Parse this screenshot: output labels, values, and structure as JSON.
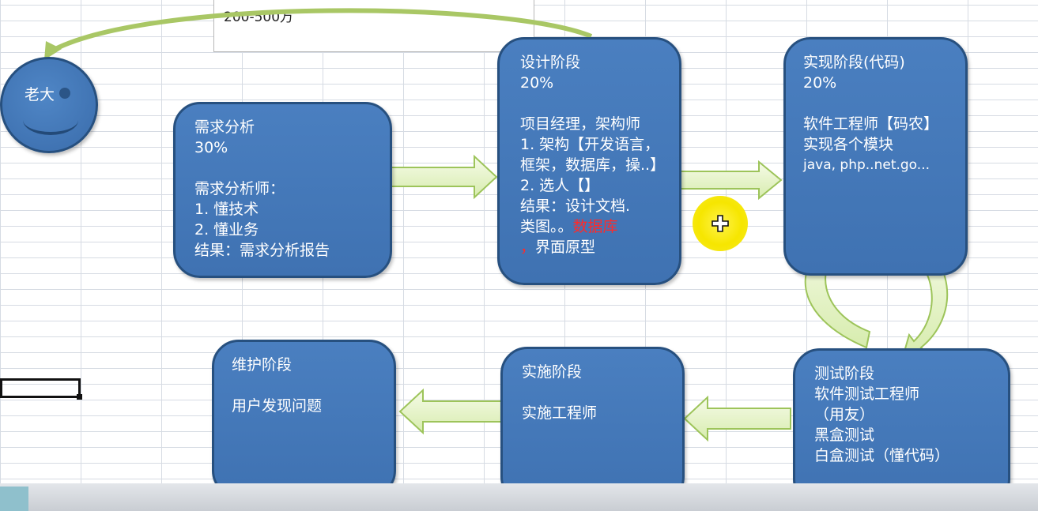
{
  "note": {
    "text": "200-500万"
  },
  "boss": {
    "label": "老大"
  },
  "stages": {
    "requirements": {
      "lines": [
        "需求分析",
        "30%",
        "",
        "需求分析师：",
        "1. 懂技术",
        "2. 懂业务",
        "结果：需求分析报告"
      ]
    },
    "design": {
      "lines": [
        "设计阶段",
        "20%",
        "",
        "项目经理，架构师",
        "1. 架构【开发语言，",
        "框架，数据库，操..】",
        "2. 选人【】",
        "结果：设计文档.",
        "类图。。"
      ],
      "highlight": "数据库",
      "last_punct": "，",
      "last_text": "界面原型"
    },
    "implementation": {
      "lines": [
        "实现阶段(代码)",
        "20%",
        "",
        "软件工程师【码农】",
        "实现各个模块",
        "java, php..net.go..."
      ]
    },
    "testing": {
      "lines": [
        "测试阶段",
        "软件测试工程师",
        "（用友）",
        "黑盒测试",
        "白盒测试（懂代码）"
      ]
    },
    "deployment": {
      "lines": [
        "实施阶段",
        "",
        "实施工程师"
      ]
    },
    "maintenance": {
      "lines": [
        "维护阶段",
        "",
        "用户发现问题"
      ]
    }
  },
  "colors": {
    "box_fill": "#4a7fc0",
    "box_border": "#27507f",
    "arrow_fill": "#e8f4c8",
    "arrow_stroke": "#9dc45a",
    "highlight_text": "#ff2a2a",
    "pointer": "#f6e600"
  }
}
